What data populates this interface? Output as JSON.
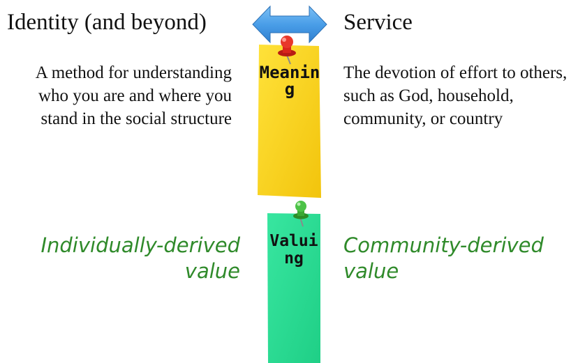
{
  "left": {
    "heading": "Identity (and beyond)",
    "description": "A method for understanding who you are and where you stand in the social structure",
    "value": "Individually-derived value"
  },
  "right": {
    "heading": "Service",
    "description": "The devotion of effort to others, such as God, household, community, or country",
    "value": "Community-derived value"
  },
  "notes": {
    "meaning": {
      "word": "Meaning",
      "color": "#f7d21a"
    },
    "valuing": {
      "word": "Valuing",
      "color": "#2cdc95"
    }
  },
  "colors": {
    "arrow": "#4a9ee8",
    "handwritten_text": "#2f8a2a",
    "pin_red": "#d9261c",
    "pin_green": "#39a834"
  }
}
